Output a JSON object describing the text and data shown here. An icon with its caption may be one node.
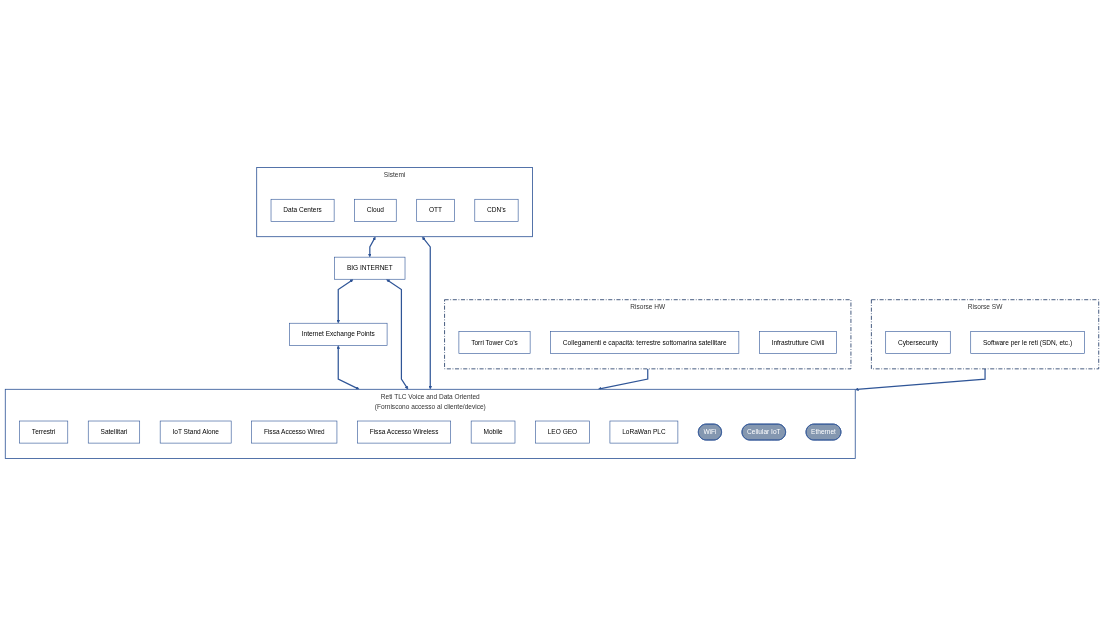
{
  "diagram": {
    "nodes": [
      {
        "text": [
          "Risorse HW"
        ]
      },
      {
        "text": [
          "Torri Tower Co’s"
        ],
        "in": 0
      },
      {
        "text": [
          "Collegamenti e capacità: terrestre sottomarina satellitare"
        ],
        "in": 0
      },
      {
        "text": [
          "Infrastrutture Civili"
        ],
        "in": 0
      },
      {
        "text": [
          "BIG INTERNET"
        ]
      },
      {
        "text": [
          "Internet Exchange Points"
        ]
      },
      {
        "text": [
          "Sistemi"
        ]
      },
      {
        "text": [
          "Data Centers"
        ],
        "in": 6
      },
      {
        "text": [
          "Cloud"
        ],
        "in": 6
      },
      {
        "text": [
          "OTT"
        ],
        "in": 6
      },
      {
        "text": [
          "CDN’s"
        ],
        "in": 6
      },
      {
        "text": [
          "Risorse SW"
        ]
      },
      {
        "text": [
          "Cybersecurity"
        ],
        "in": 11
      },
      {
        "text": [
          "Software per le reti (SDN, etc.)"
        ],
        "in": 11
      },
      {
        "text": [
          "Reti TLC Voice and Data Oriented",
          "(Forniscono accesso al cliente/device)"
        ]
      },
      {
        "text": [
          "Terrestri"
        ],
        "in": 14
      },
      {
        "text": [
          "Satellitari"
        ],
        "in": 14
      },
      {
        "text": [
          "IoT Stand Alone"
        ],
        "in": 14
      },
      {
        "text": [
          "Fissa Accesso Wired"
        ],
        "in": 14
      },
      {
        "text": [
          "Fissa Accesso Wireless"
        ],
        "in": 14
      },
      {
        "text": [
          "Mobile"
        ],
        "in": 14
      },
      {
        "text": [
          "LEO GEO"
        ],
        "in": 14
      },
      {
        "text": [
          "LoRaWan PLC"
        ],
        "in": 14
      },
      {
        "text": [
          "WiFi"
        ],
        "in": 14
      },
      {
        "text": [
          "Cellular IoT"
        ],
        "in": 14
      },
      {
        "text": [
          "Ethernet"
        ],
        "in": 14
      }
    ],
    "edges": [
      {
        "from": 6,
        "to": 4,
        "arrow": "both"
      },
      {
        "from": 4,
        "to": 5,
        "arrow": "both"
      },
      {
        "from": 5,
        "to": 14,
        "arrow": "both"
      },
      {
        "from": 4,
        "to": 14,
        "arrow": "both"
      },
      {
        "from": 6,
        "to": 14,
        "arrow": "both"
      },
      {
        "from": 0,
        "to": 14,
        "arrow": "to"
      },
      {
        "from": 11,
        "to": 14,
        "arrow": "to"
      }
    ]
  }
}
